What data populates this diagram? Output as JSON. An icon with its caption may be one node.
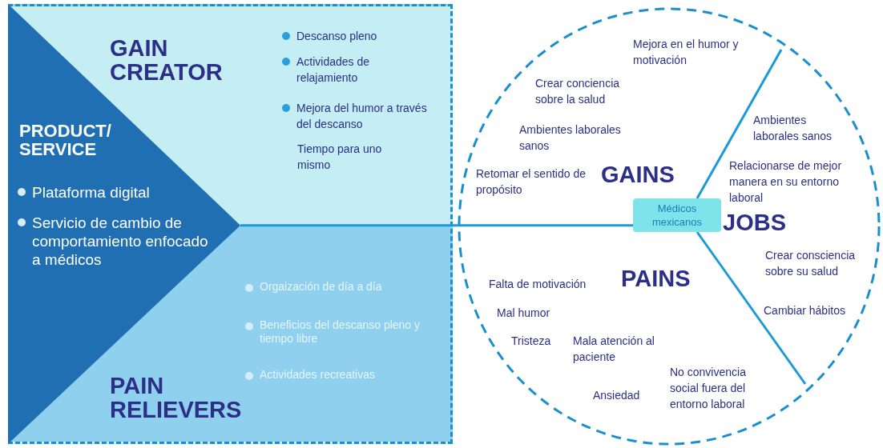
{
  "diagram": {
    "nodes": [
      {
        "text": [
          "GAIN CREATOR",
          "Descanso pleno",
          "Actividades de relajamiento",
          "Mejora del humor a través del descanso",
          "Tiempo para uno mismo"
        ]
      },
      {
        "text": [
          "PAIN RELIEVERS",
          "Orgaización de día a día",
          "Beneficios del descanso pleno y tiempo libre",
          "Actividades recreativas"
        ]
      },
      {
        "text": [
          "PRODUCT/ SERVICE",
          "Plataforma digital",
          "Servicio de cambio de comportamiento enfocado a médicos"
        ]
      },
      {
        "text": [],
        "shape": "circle"
      },
      {
        "text": [
          "Mejora en el humor y motivación",
          "Crear conciencia sobre la salud",
          "Ambientes laborales sanos",
          "GAINS",
          "Retomar el sentido de propósito"
        ],
        "in": 3
      },
      {
        "text": [
          "Ambientes laborales sanos",
          "Relacionarse de mejor manera en su entorno laboral",
          "JOBS",
          "Crear consciencia sobre su salud",
          "Cambiar hábitos"
        ],
        "in": 3
      },
      {
        "text": [
          "PAINS",
          "Falta de motivación",
          "Mal humor",
          "Tristeza",
          "Mala atención al paciente",
          "Ansiedad",
          "No convivencia social fuera del entorno laboral"
        ],
        "in": 3
      },
      {
        "text": [
          "Médicos mexicanos"
        ],
        "in": 3
      }
    ],
    "edges": [
      {
        "from": 2,
        "to": 7,
        "arrow": "none"
      }
    ]
  }
}
